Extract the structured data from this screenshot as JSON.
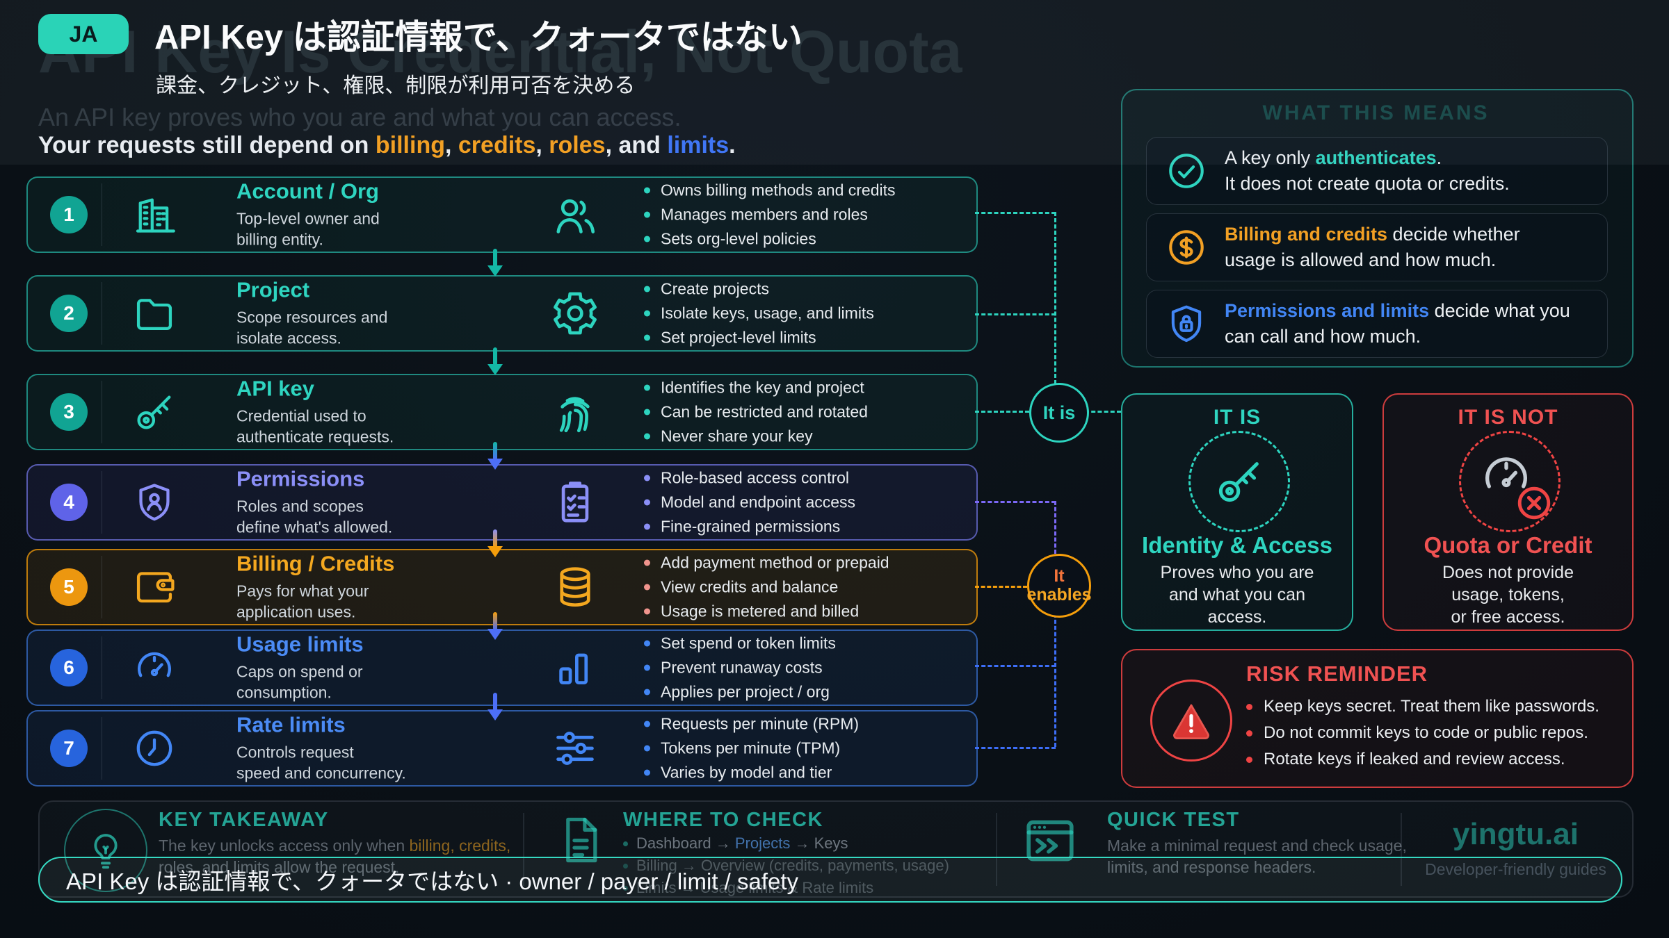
{
  "palette": {
    "background": "#0a1016",
    "teal": "#2dd4bf",
    "purple": "#8b8ff7",
    "orange": "#f2a024",
    "blue": "#4286f5",
    "red": "#ef4444"
  },
  "header": {
    "lang_badge": "JA",
    "title_ja": "API Key は認証情報で、クォータではない",
    "ghost_title_en": "API Key Is Credential, Not Quota",
    "subtitle_ja": "課金、クレジット、権限、制限が利用可否を決める",
    "ghost_subtitle_en": "An API key proves who you are and what you can access.",
    "intro": {
      "prefix": "Your requests still depend on ",
      "word1": "billing",
      "sep1": ", ",
      "word2": "credits",
      "sep2": ", ",
      "word3": "roles",
      "sep3": ", and ",
      "word4": "limits",
      "suffix": "."
    }
  },
  "rows": [
    {
      "num": "1",
      "title": "Account / Org",
      "desc1": "Top-level owner and",
      "desc2": "billing entity.",
      "bullets": [
        "Owns billing methods and credits",
        "Manages members and roles",
        "Sets org-level policies"
      ]
    },
    {
      "num": "2",
      "title": "Project",
      "desc1": "Scope resources and",
      "desc2": "isolate access.",
      "bullets": [
        "Create projects",
        "Isolate keys, usage, and limits",
        "Set project-level limits"
      ]
    },
    {
      "num": "3",
      "title": "API key",
      "desc1": "Credential used to",
      "desc2": "authenticate requests.",
      "bullets": [
        "Identifies the key and project",
        "Can be restricted and rotated",
        "Never share your key"
      ]
    },
    {
      "num": "4",
      "title": "Permissions",
      "desc1": "Roles and scopes",
      "desc2": "define what's allowed.",
      "bullets": [
        "Role-based access control",
        "Model and endpoint access",
        "Fine-grained permissions"
      ]
    },
    {
      "num": "5",
      "title": "Billing / Credits",
      "desc1": "Pays for what your",
      "desc2": "application uses.",
      "bullets": [
        "Add payment method or prepaid",
        "View credits and balance",
        "Usage is metered and billed"
      ]
    },
    {
      "num": "6",
      "title": "Usage limits",
      "desc1": "Caps on spend or",
      "desc2": "consumption.",
      "bullets": [
        "Set spend or token limits",
        "Prevent runaway costs",
        "Applies per project / org"
      ]
    },
    {
      "num": "7",
      "title": "Rate limits",
      "desc1": "Controls request",
      "desc2": "speed and concurrency.",
      "bullets": [
        "Requests per minute (RPM)",
        "Tokens per minute (TPM)",
        "Varies by model and tier"
      ]
    }
  ],
  "connectors": {
    "it_is": "It is",
    "it_enables_1": "It",
    "it_enables_2": "enables"
  },
  "wtm": {
    "heading": "WHAT THIS MEANS",
    "cards": [
      {
        "lead": "A key only ",
        "hl": "authenticates",
        "after": ".",
        "line2": "It does not create quota or credits."
      },
      {
        "hl": "Billing and credits",
        "after": " decide whether usage is allowed and how much."
      },
      {
        "hl": "Permissions and limits",
        "after": " decide what you can call and how much."
      }
    ]
  },
  "itis": {
    "heading": "IT IS",
    "title": "Identity & Access",
    "line1": "Proves who you are",
    "line2": "and what you can",
    "line3": "access."
  },
  "itisnot": {
    "heading": "IT IS NOT",
    "title": "Quota or Credit",
    "line1": "Does not provide",
    "line2": "usage, tokens,",
    "line3": "or free access."
  },
  "risk": {
    "heading": "RISK REMINDER",
    "bullets": [
      "Keep keys secret. Treat them like passwords.",
      "Do not commit keys to code or public repos.",
      "Rotate keys if leaked and review access."
    ]
  },
  "footer": {
    "takeaway": {
      "heading": "KEY TAKEAWAY",
      "pre": "The key unlocks access only when ",
      "hl": "billing, credits,",
      "post": " roles, and limits allow the request."
    },
    "where": {
      "heading": "WHERE TO CHECK",
      "b1_pre": "Dashboard → ",
      "b1_link": "Projects",
      "b1_post": " → Keys",
      "b2": "Billing → Overview (credits, payments, usage)",
      "b3": "Limits → Usage limits & Rate limits"
    },
    "quick": {
      "heading": "QUICK TEST",
      "text": "Make a minimal request and check usage, limits, and response headers."
    },
    "brand": {
      "name": "yingtu.ai",
      "tagline": "Developer-friendly guides"
    }
  },
  "bar": {
    "text": "API Key は認証情報で、クォータではない · owner / payer / limit / safety"
  }
}
